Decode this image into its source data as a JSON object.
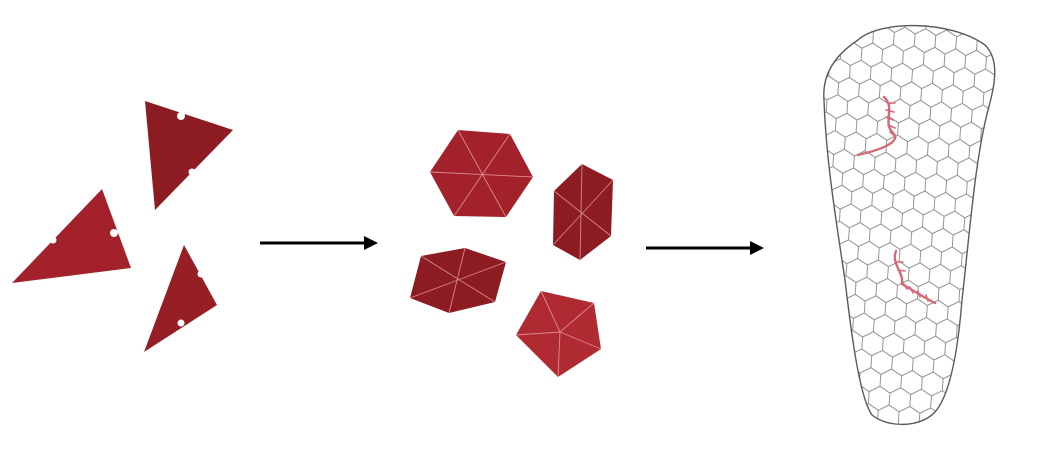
{
  "diagram": {
    "stages": [
      {
        "shape": "triangle-subunits",
        "count": 3
      },
      {
        "shape": "hexamer-and-pentamer-capsomers",
        "count": 4
      },
      {
        "shape": "conical-capsid-with-rna",
        "count": 1
      }
    ],
    "arrows": 2
  },
  "colors": {
    "subunit_red": "#a3212a",
    "subunit_red_dark": "#8c1c22",
    "subunit_red_light": "#b02a32",
    "capsid_line": "#6e6e6e",
    "rna_pink": "#d46a78",
    "arrow": "#000000"
  },
  "icons": [
    "triangle-subunit-icon",
    "hexamer-icon",
    "pentamer-icon",
    "capsid-icon",
    "rna-strand-icon",
    "right-arrow-icon"
  ]
}
